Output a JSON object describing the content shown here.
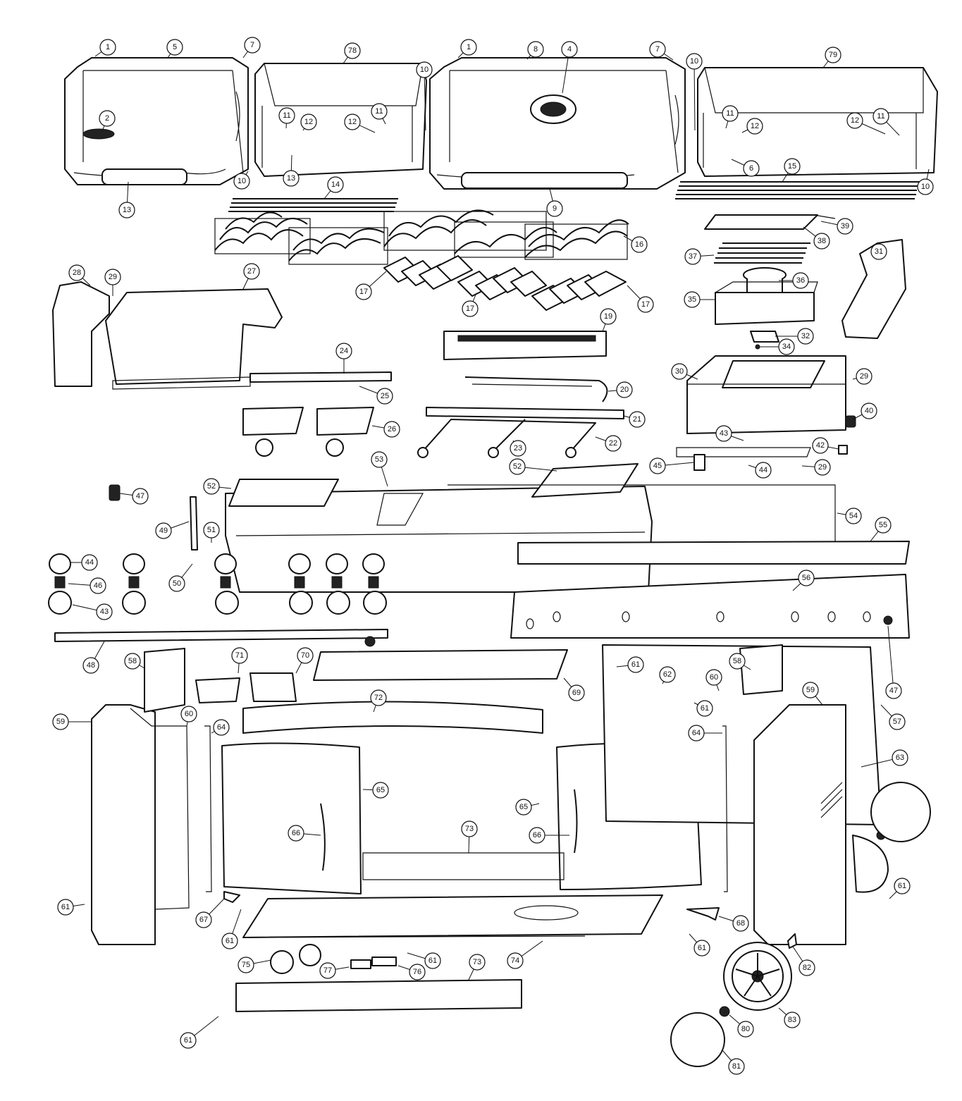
{
  "callouts": [
    {
      "label": "1"
    },
    {
      "label": "5"
    },
    {
      "label": "7"
    },
    {
      "label": "78"
    },
    {
      "label": "1"
    },
    {
      "label": "8"
    },
    {
      "label": "4"
    },
    {
      "label": "7"
    },
    {
      "label": "79"
    },
    {
      "label": "10"
    },
    {
      "label": "10"
    },
    {
      "label": "2"
    },
    {
      "label": "11"
    },
    {
      "label": "12"
    },
    {
      "label": "12"
    },
    {
      "label": "11"
    },
    {
      "label": "11"
    },
    {
      "label": "12"
    },
    {
      "label": "12"
    },
    {
      "label": "11"
    },
    {
      "label": "10"
    },
    {
      "label": "13"
    },
    {
      "label": "6"
    },
    {
      "label": "13"
    },
    {
      "label": "15"
    },
    {
      "label": "10"
    },
    {
      "label": "9"
    },
    {
      "label": "14"
    },
    {
      "label": "39"
    },
    {
      "label": "38"
    },
    {
      "label": "16"
    },
    {
      "label": "37"
    },
    {
      "label": "31"
    },
    {
      "label": "28"
    },
    {
      "label": "29"
    },
    {
      "label": "27"
    },
    {
      "label": "17"
    },
    {
      "label": "36"
    },
    {
      "label": "35"
    },
    {
      "label": "17"
    },
    {
      "label": "17"
    },
    {
      "label": "19"
    },
    {
      "label": "32"
    },
    {
      "label": "34"
    },
    {
      "label": "24"
    },
    {
      "label": "30"
    },
    {
      "label": "29"
    },
    {
      "label": "25"
    },
    {
      "label": "20"
    },
    {
      "label": "40"
    },
    {
      "label": "21"
    },
    {
      "label": "26"
    },
    {
      "label": "23"
    },
    {
      "label": "22"
    },
    {
      "label": "43"
    },
    {
      "label": "42"
    },
    {
      "label": "53"
    },
    {
      "label": "45"
    },
    {
      "label": "44"
    },
    {
      "label": "29"
    },
    {
      "label": "52"
    },
    {
      "label": "52"
    },
    {
      "label": "47"
    },
    {
      "label": "54"
    },
    {
      "label": "49"
    },
    {
      "label": "55"
    },
    {
      "label": "51"
    },
    {
      "label": "44"
    },
    {
      "label": "46"
    },
    {
      "label": "50"
    },
    {
      "label": "56"
    },
    {
      "label": "43"
    },
    {
      "label": "48"
    },
    {
      "label": "58"
    },
    {
      "label": "71"
    },
    {
      "label": "70"
    },
    {
      "label": "69"
    },
    {
      "label": "61"
    },
    {
      "label": "58"
    },
    {
      "label": "62"
    },
    {
      "label": "60"
    },
    {
      "label": "47"
    },
    {
      "label": "72"
    },
    {
      "label": "61"
    },
    {
      "label": "59"
    },
    {
      "label": "60"
    },
    {
      "label": "64"
    },
    {
      "label": "57"
    },
    {
      "label": "64"
    },
    {
      "label": "59"
    },
    {
      "label": "65"
    },
    {
      "label": "63"
    },
    {
      "label": "65"
    },
    {
      "label": "66"
    },
    {
      "label": "73"
    },
    {
      "label": "66"
    },
    {
      "label": "61"
    },
    {
      "label": "61"
    },
    {
      "label": "67"
    },
    {
      "label": "68"
    },
    {
      "label": "61"
    },
    {
      "label": "61"
    },
    {
      "label": "74"
    },
    {
      "label": "82"
    },
    {
      "label": "75"
    },
    {
      "label": "61"
    },
    {
      "label": "77"
    },
    {
      "label": "76"
    },
    {
      "label": "73"
    },
    {
      "label": "83"
    },
    {
      "label": "80"
    },
    {
      "label": "61"
    },
    {
      "label": "81"
    }
  ]
}
